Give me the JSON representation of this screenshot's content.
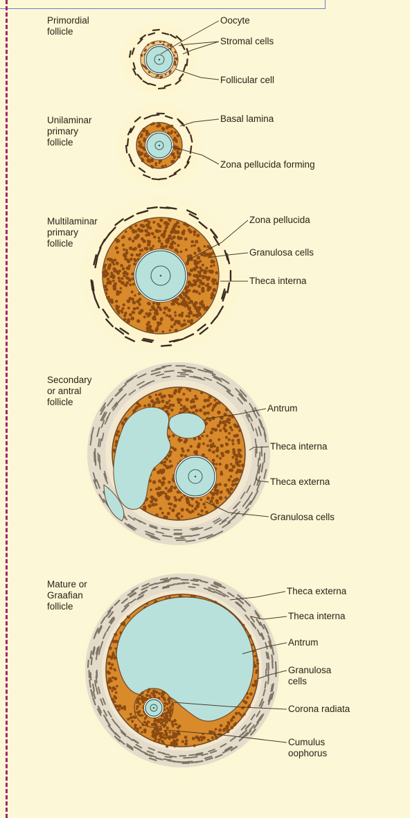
{
  "colors": {
    "background": "#fcf7d6",
    "granulosa": "#d98a2b",
    "granulosa_dark": "#8a4a12",
    "oocyte": "#b9e1dc",
    "outline": "#6d4a2a",
    "theca_externa": "#d8d2c2",
    "margin_rule": "#a0256f"
  },
  "stages": [
    {
      "name": "Primordial\nfollicle",
      "callouts": [
        "Oocyte",
        "Stromal cells",
        "Follicular cell"
      ]
    },
    {
      "name": "Unilaminar\nprimary\nfollicle",
      "callouts": [
        "Basal lamina",
        "Zona pellucida forming"
      ]
    },
    {
      "name": "Multilaminar\nprimary\nfollicle",
      "callouts": [
        "Zona pellucida",
        "Granulosa cells",
        "Theca interna"
      ]
    },
    {
      "name": "Secondary\nor antral\nfollicle",
      "callouts": [
        "Antrum",
        "Theca interna",
        "Theca externa",
        "Granulosa cells"
      ]
    },
    {
      "name": "Mature or\nGraafian\nfollicle",
      "callouts": [
        "Theca externa",
        "Theca interna",
        "Antrum",
        "Granulosa\ncells",
        "Corona radiata",
        "Cumulus\noophorus"
      ]
    }
  ]
}
